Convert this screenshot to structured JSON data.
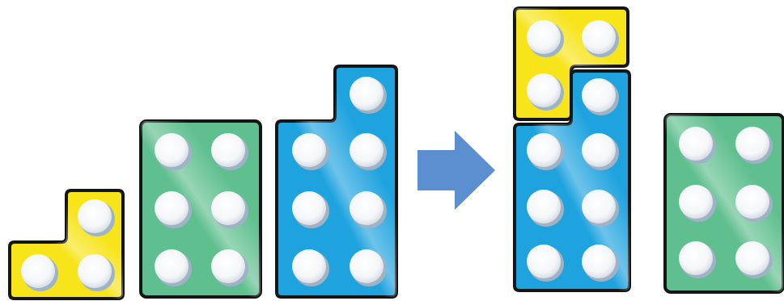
{
  "colors": {
    "yellow": "#f7e41b",
    "green": "#5fbf8e",
    "blue": "#1fa3df",
    "arrow": "#5b8fcf",
    "outline": "#151515",
    "hole": "#ffffff",
    "hole_shadow": "#9fb3c6"
  },
  "before": [
    {
      "name": "yellow-three-piece",
      "color": "yellow",
      "holes": 3
    },
    {
      "name": "green-six-piece",
      "color": "green",
      "holes": 6
    },
    {
      "name": "blue-seven-piece",
      "color": "blue",
      "holes": 7
    }
  ],
  "arrow": {
    "icon": "right-arrow-icon",
    "direction": "right"
  },
  "after": [
    {
      "name": "combined-yellow-blue-tower",
      "parts": [
        {
          "color": "yellow",
          "holes": 3
        },
        {
          "color": "blue",
          "holes": 7
        }
      ],
      "total_holes": 10
    },
    {
      "name": "green-six-piece",
      "color": "green",
      "holes": 6
    }
  ]
}
